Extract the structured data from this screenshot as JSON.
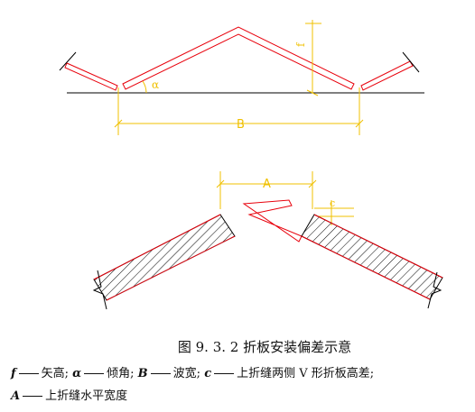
{
  "diagram": {
    "labels": {
      "f": "f",
      "alpha": "α",
      "B": "B",
      "A": "A",
      "c": "c"
    },
    "colors": {
      "plate": "#e8000b",
      "dimension": "#f0c000",
      "outline": "#000000"
    }
  },
  "caption": {
    "title": "图 9. 3. 2    折板安装偏差示意",
    "legend_line1": [
      {
        "sym": "f",
        "desc": "矢高;"
      },
      {
        "sym": "α",
        "desc": "倾角;"
      },
      {
        "sym": "B",
        "desc": "波宽;"
      },
      {
        "sym": "c",
        "desc": "上折缝两侧 V 形折板高差;"
      }
    ],
    "legend_line2": [
      {
        "sym": "A",
        "desc": "上折缝水平宽度"
      }
    ]
  }
}
